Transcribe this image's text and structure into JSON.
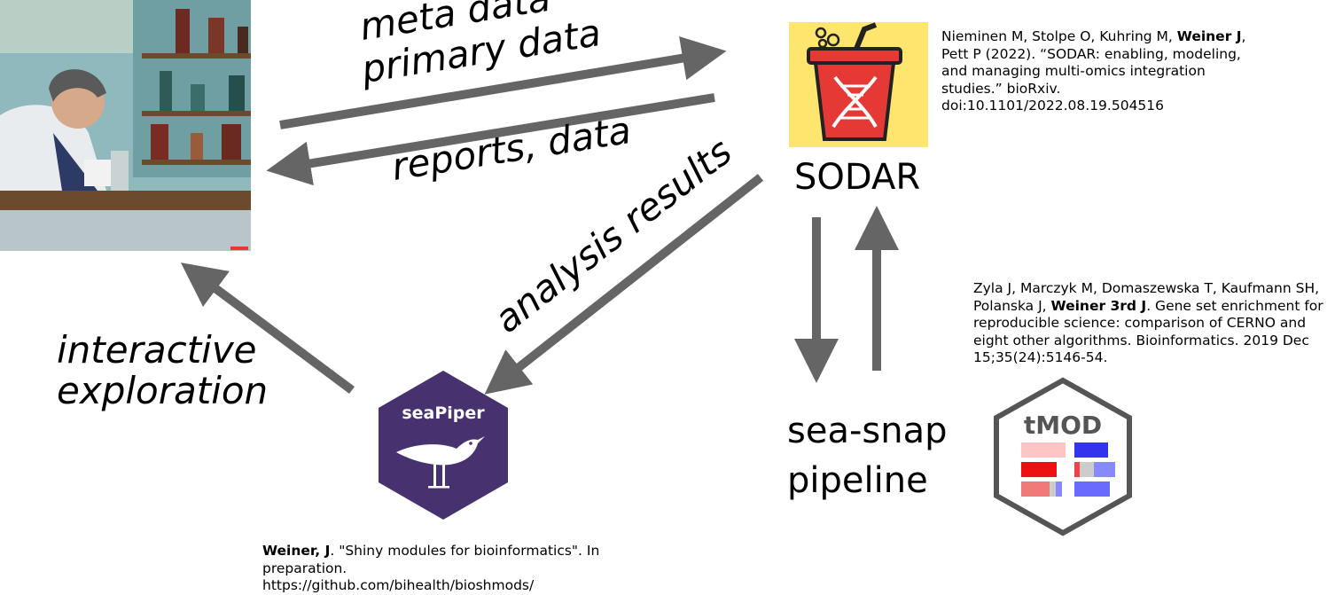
{
  "flows": {
    "meta_data": "meta data",
    "primary_data": "primary data",
    "reports_data": "reports, data",
    "analysis_results": "analysis results",
    "interactive_line1": "interactive",
    "interactive_line2": "exploration"
  },
  "nodes": {
    "sodar": "SODAR",
    "seasnap_line1": "sea-snap",
    "seasnap_line2": "pipeline",
    "seapiper_logo_text": "seaPiper",
    "tmod_logo_text": "tMOD"
  },
  "citations": {
    "sodar": {
      "pre": "Nieminen M, Stolpe O, Kuhring M, ",
      "bold": "Weiner J",
      "post": ", Pett P (2022). “SODAR: enabling, modeling, and managing multi-omics integration studies.” bioRxiv. doi:10.1101/2022.08.19.504516"
    },
    "tmod": {
      "pre": "Zyla J, Marczyk M, Domaszewska T, Kaufmann SH, Polanska J, ",
      "bold": "Weiner 3rd J",
      "post": ". Gene set enrichment for reproducible science: comparison of CERNO and eight other algorithms. Bioinformatics. 2019 Dec 15;35(24):5146-54."
    },
    "seapiper": {
      "pre": "",
      "bold": "Weiner, J",
      "post": ". \"Shiny modules for bioinformatics\". In preparation. https://github.com/bihealth/bioshmods/"
    }
  },
  "colors": {
    "arrow": "#656565",
    "seapiper_hex": "#47326f",
    "sodar_bg": "#fde56e",
    "sodar_cup": "#e53935",
    "tmod_border": "#555555"
  },
  "icons": {
    "scientist": "scientist-illustration",
    "sodar": "sodar-cup-logo",
    "seapiper": "seapiper-bird-logo",
    "tmod": "tmod-hex-logo"
  }
}
